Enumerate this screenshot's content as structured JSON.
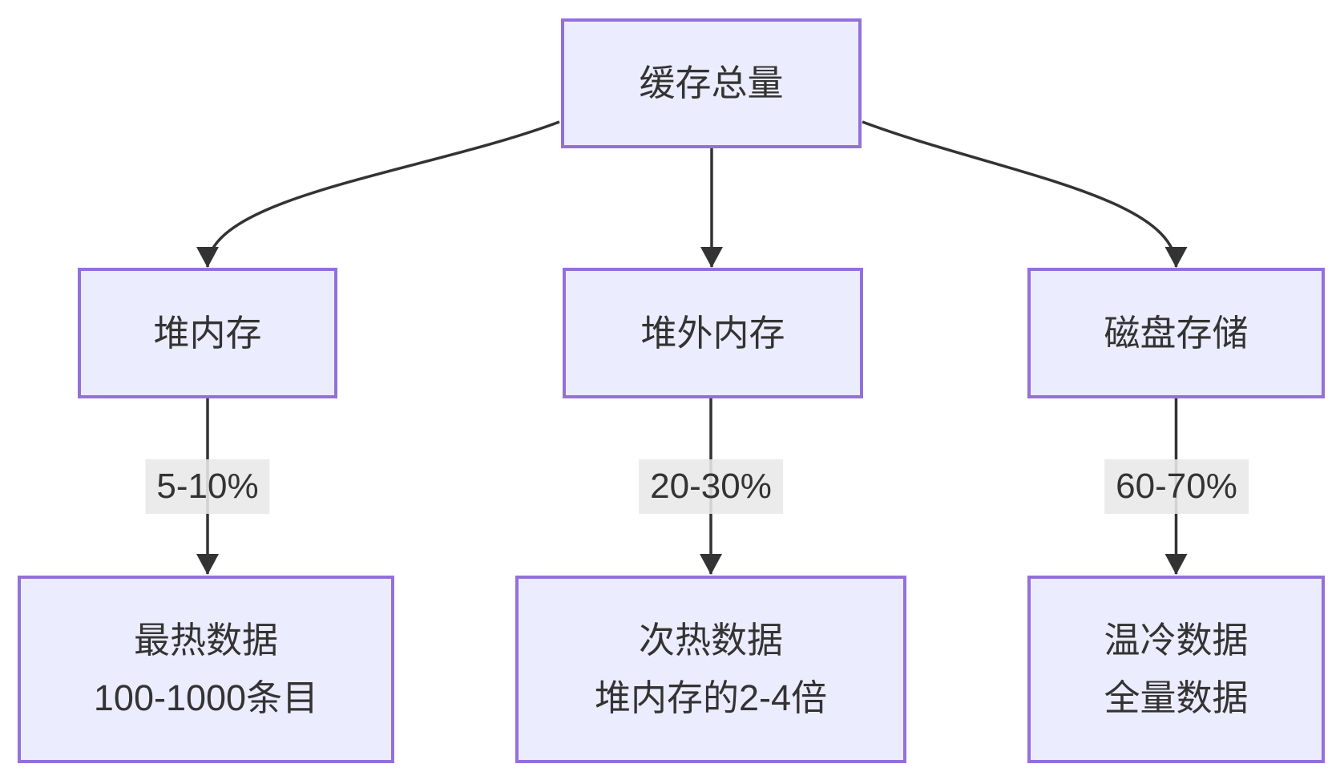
{
  "diagram": {
    "type": "flowchart-top-down",
    "colors": {
      "node_fill": "#ECECFF",
      "node_border": "#9370DB",
      "edge": "#333333",
      "text": "#333333",
      "edge_label_bg": "#E8E8E8",
      "background": "#FFFFFF"
    },
    "nodes": {
      "root": {
        "label": "缓存总量"
      },
      "heap": {
        "label": "堆内存"
      },
      "offheap": {
        "label": "堆外内存"
      },
      "disk": {
        "label": "磁盘存储"
      },
      "hot": {
        "lines": [
          "最热数据",
          "100-1000条目"
        ]
      },
      "warm": {
        "lines": [
          "次热数据",
          "堆内存的2-4倍"
        ]
      },
      "cold": {
        "lines": [
          "温冷数据",
          "全量数据"
        ]
      }
    },
    "edge_labels": [
      {
        "text": "5-10%"
      },
      {
        "text": "20-30%"
      },
      {
        "text": "60-70%"
      }
    ]
  }
}
